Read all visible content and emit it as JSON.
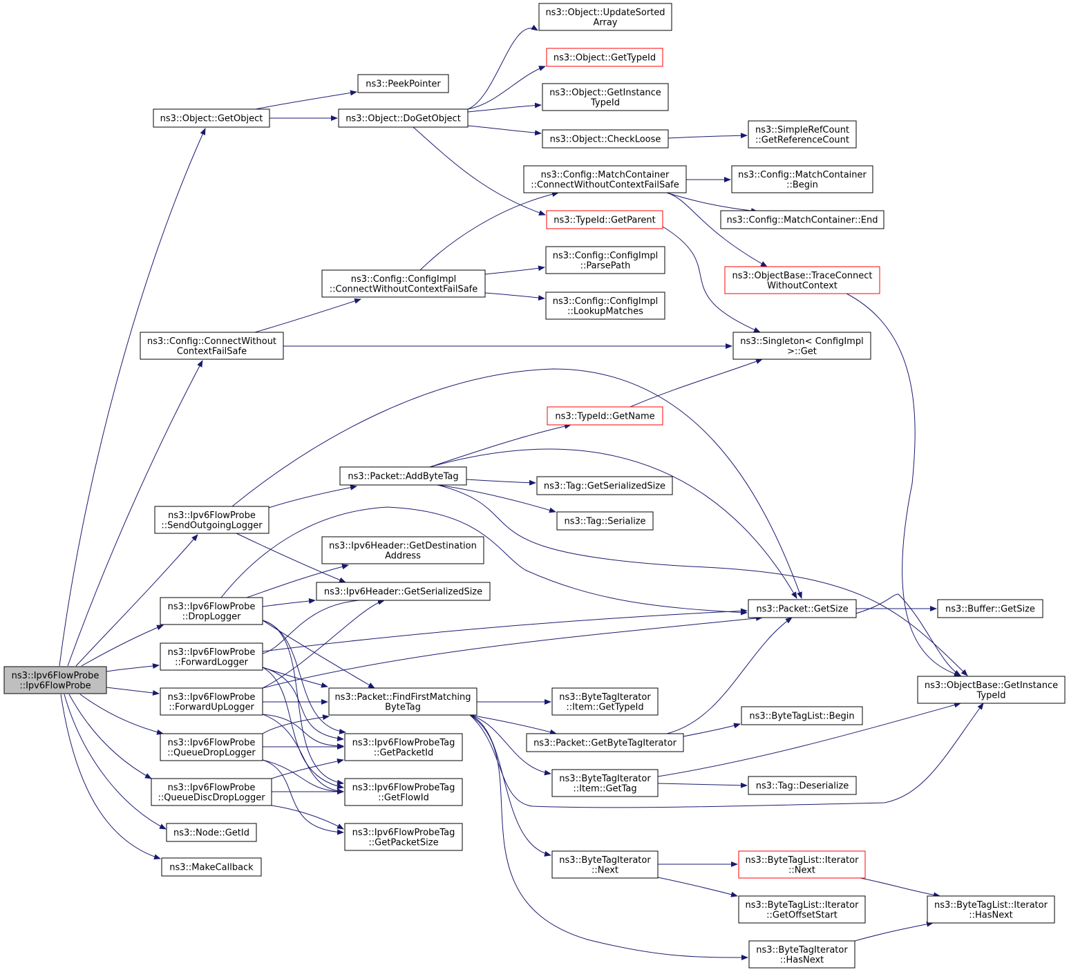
{
  "colors": {
    "edge": "#191970",
    "node_border": "#000000",
    "node_border_truncated": "#ff0000",
    "root_fill": "#bfbfbf",
    "node_fill": "#ffffff"
  },
  "nodes": {
    "root": [
      "ns3::Ipv6FlowProbe",
      "::Ipv6FlowProbe"
    ],
    "getObject": [
      "ns3::Object::GetObject"
    ],
    "peekPointer": [
      "ns3::PeekPointer"
    ],
    "doGetObject": [
      "ns3::Object::DoGetObject"
    ],
    "updateSorted": [
      "ns3::Object::UpdateSorted",
      "Array"
    ],
    "objGetTypeId": [
      "ns3::Object::GetTypeId"
    ],
    "objGetInstance": [
      "ns3::Object::GetInstance",
      "TypeId"
    ],
    "checkLoose": [
      "ns3::Object::CheckLoose"
    ],
    "simpleRef": [
      "ns3::SimpleRefCount",
      "::GetReferenceCount"
    ],
    "mcConnect": [
      "ns3::Config::MatchContainer",
      "::ConnectWithoutContextFailSafe"
    ],
    "mcBegin": [
      "ns3::Config::MatchContainer",
      "::Begin"
    ],
    "mcEnd": [
      "ns3::Config::MatchContainer::End"
    ],
    "typeParent": [
      "ns3::TypeId::GetParent"
    ],
    "parsePath": [
      "ns3::Config::ConfigImpl",
      "::ParsePath"
    ],
    "lookup": [
      "ns3::Config::ConfigImpl",
      "::LookupMatches"
    ],
    "ciConnect": [
      "ns3::Config::ConfigImpl",
      "::ConnectWithoutContextFailSafe"
    ],
    "cfgConnect": [
      "ns3::Config::ConnectWithout",
      "ContextFailSafe"
    ],
    "traceConnect": [
      "ns3::ObjectBase::TraceConnect",
      "WithoutContext"
    ],
    "singleton": [
      "ns3::Singleton< ConfigImpl",
      ">::Get"
    ],
    "typeName": [
      "ns3::TypeId::GetName"
    ],
    "addByteTag": [
      "ns3::Packet::AddByteTag"
    ],
    "tagSerSize": [
      "ns3::Tag::GetSerializedSize"
    ],
    "tagSerialize": [
      "ns3::Tag::Serialize"
    ],
    "sendOut": [
      "ns3::Ipv6FlowProbe",
      "::SendOutgoingLogger"
    ],
    "destAddr": [
      "ns3::Ipv6Header::GetDestination",
      "Address"
    ],
    "hdrSerSize": [
      "ns3::Ipv6Header::GetSerializedSize"
    ],
    "dropLogger": [
      "ns3::Ipv6FlowProbe",
      "::DropLogger"
    ],
    "forwardLogger": [
      "ns3::Ipv6FlowProbe",
      "::ForwardLogger"
    ],
    "forwardUp": [
      "ns3::Ipv6FlowProbe",
      "::ForwardUpLogger"
    ],
    "queueDrop": [
      "ns3::Ipv6FlowProbe",
      "::QueueDropLogger"
    ],
    "queueDisc": [
      "ns3::Ipv6FlowProbe",
      "::QueueDiscDropLogger"
    ],
    "nodeGetId": [
      "ns3::Node::GetId"
    ],
    "makeCb": [
      "ns3::MakeCallback"
    ],
    "findFirst": [
      "ns3::Packet::FindFirstMatching",
      "ByteTag"
    ],
    "pktGetSize": [
      "ns3::Packet::GetSize"
    ],
    "bufGetSize": [
      "ns3::Buffer::GetSize"
    ],
    "obInstance": [
      "ns3::ObjectBase::GetInstance",
      "TypeId"
    ],
    "itemTypeId": [
      "ns3::ByteTagIterator",
      "::Item::GetTypeId"
    ],
    "btlBegin": [
      "ns3::ByteTagList::Begin"
    ],
    "getBTI": [
      "ns3::Packet::GetByteTagIterator"
    ],
    "itemGetTag": [
      "ns3::ByteTagIterator",
      "::Item::GetTag"
    ],
    "tagDeser": [
      "ns3::Tag::Deserialize"
    ],
    "ptPacketId": [
      "ns3::Ipv6FlowProbeTag",
      "::GetPacketId"
    ],
    "ptFlowId": [
      "ns3::Ipv6FlowProbeTag",
      "::GetFlowId"
    ],
    "ptPacketSize": [
      "ns3::Ipv6FlowProbeTag",
      "::GetPacketSize"
    ],
    "btiNext": [
      "ns3::ByteTagIterator",
      "::Next"
    ],
    "btlItNext": [
      "ns3::ByteTagList::Iterator",
      "::Next"
    ],
    "btlOffset": [
      "ns3::ByteTagList::Iterator",
      "::GetOffsetStart"
    ],
    "btlHasNext": [
      "ns3::ByteTagList::Iterator",
      "::HasNext"
    ],
    "btiHasNext": [
      "ns3::ByteTagIterator",
      "::HasNext"
    ]
  }
}
